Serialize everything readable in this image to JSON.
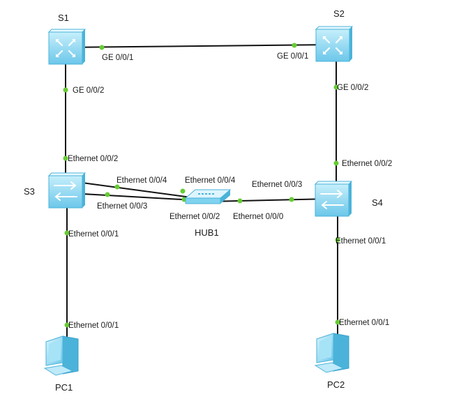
{
  "colors": {
    "device_body": "#7fd3ef",
    "device_top": "#c6effb",
    "device_side": "#4bb3d9",
    "port_dot": "#66cc33",
    "link": "#111111"
  },
  "nodes": {
    "s1": {
      "label": "S1",
      "icon": "core-switch-icon"
    },
    "s2": {
      "label": "S2",
      "icon": "core-switch-icon"
    },
    "s3": {
      "label": "S3",
      "icon": "access-switch-icon"
    },
    "s4": {
      "label": "S4",
      "icon": "access-switch-icon"
    },
    "hub1": {
      "label": "HUB1",
      "icon": "hub-icon"
    },
    "pc1": {
      "label": "PC1",
      "icon": "pc-icon"
    },
    "pc2": {
      "label": "PC2",
      "icon": "pc-icon"
    }
  },
  "ports": {
    "s1_ge001": "GE 0/0/1",
    "s2_ge001": "GE 0/0/1",
    "s1_ge002": "GE 0/0/2",
    "s2_ge002": "GE 0/0/2",
    "s3_eth002": "Ethernet 0/0/2",
    "s4_eth002": "Ethernet 0/0/2",
    "s3_eth004": "Ethernet 0/0/4",
    "hub_eth004": "Ethernet 0/0/4",
    "s3_eth003": "Ethernet 0/0/3",
    "hub_eth002": "Ethernet 0/0/2",
    "hub_eth000": "Ethernet 0/0/0",
    "s4_eth003": "Ethernet 0/0/3",
    "s3_eth001": "Ethernet 0/0/1",
    "pc1_eth001": "Ethernet 0/0/1",
    "s4_eth001": "Ethernet 0/0/1",
    "pc2_eth001": "Ethernet 0/0/1"
  }
}
